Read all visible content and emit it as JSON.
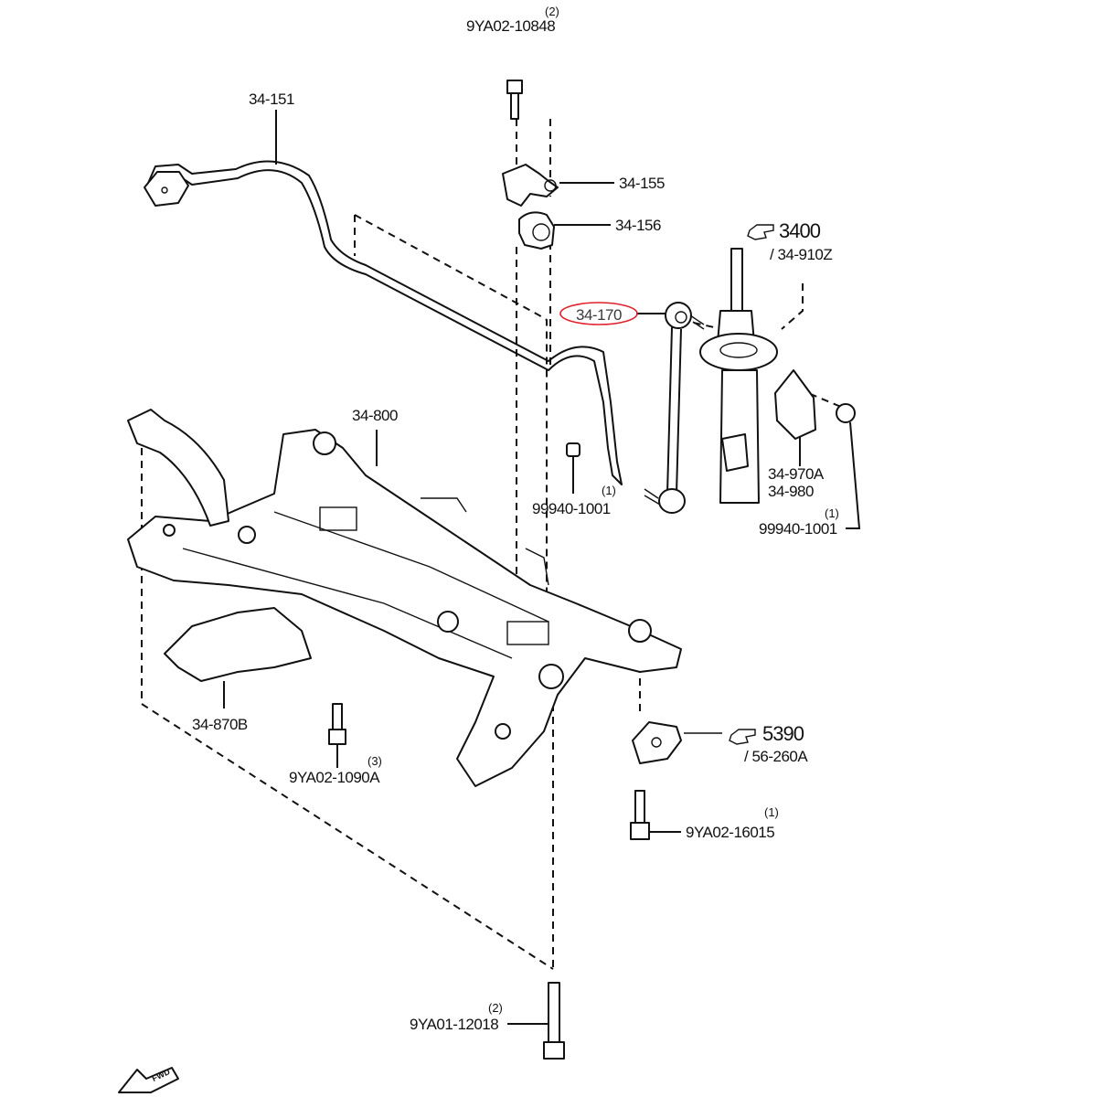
{
  "diagram": {
    "title": "Front Suspension Crossmember & Stabilizer Exploded View",
    "highlight_color": "#e0202a",
    "highlighted_part": "34-170",
    "callouts": [
      {
        "id": "bolt_top",
        "part": "9YA02-10848",
        "qty": "(2)"
      },
      {
        "id": "stabilizer_bar",
        "part": "34-151"
      },
      {
        "id": "bracket",
        "part": "34-155"
      },
      {
        "id": "bushing",
        "part": "34-156"
      },
      {
        "id": "strut_ref",
        "part": "3400",
        "sub": "/ 34-910Z"
      },
      {
        "id": "stabilizer_link",
        "part": "34-170"
      },
      {
        "id": "crossmember",
        "part": "34-800"
      },
      {
        "id": "nut_link",
        "part": "99940-1001",
        "qty": "(1)"
      },
      {
        "id": "strut_bracket",
        "part": "34-970A",
        "part2": "34-980"
      },
      {
        "id": "nut_strut",
        "part": "99940-1001",
        "qty": "(1)"
      },
      {
        "id": "plate",
        "part": "34-870B"
      },
      {
        "id": "bolt_left",
        "part": "9YA02-1090A",
        "qty": "(3)"
      },
      {
        "id": "knuckle_ref",
        "part": "5390",
        "sub": "/ 56-260A"
      },
      {
        "id": "bolt_right",
        "part": "9YA02-16015",
        "qty": "(1)"
      },
      {
        "id": "bolt_bottom",
        "part": "9YA01-12018",
        "qty": "(2)"
      }
    ],
    "direction_marker": "FWD",
    "icons": [
      "pointing-hand-icon",
      "forward-arrow-icon"
    ]
  }
}
